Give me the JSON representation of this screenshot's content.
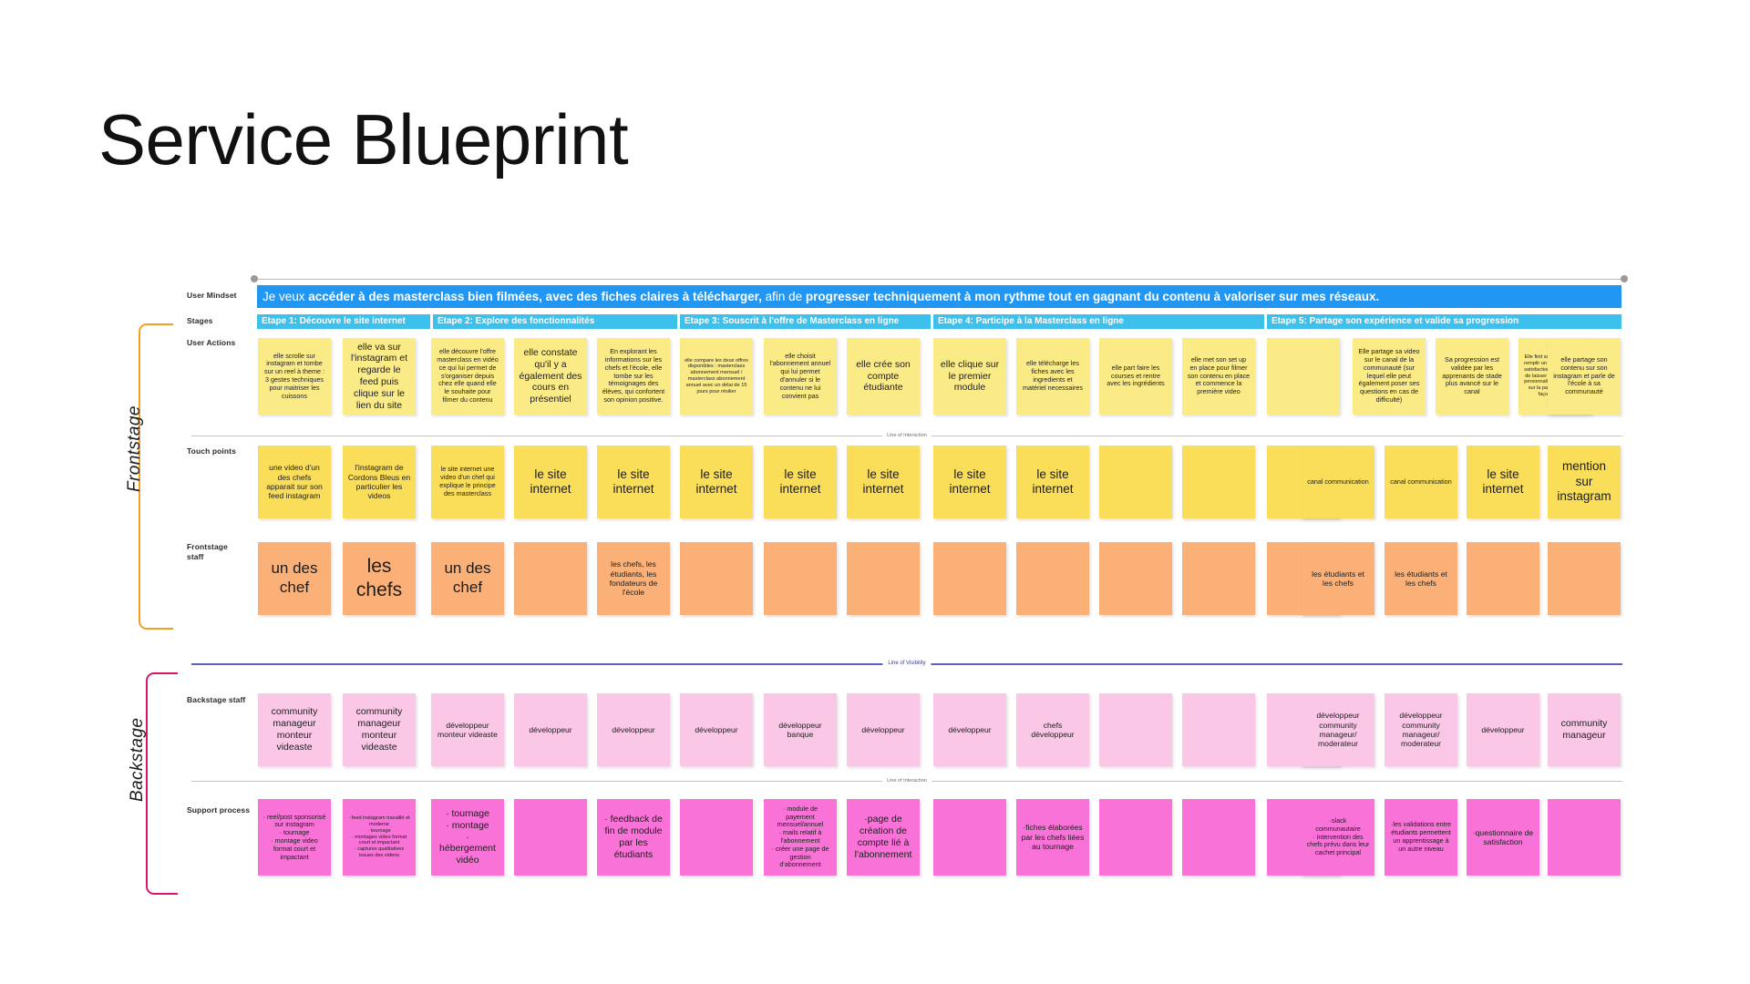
{
  "page": {
    "title": "Service Blueprint"
  },
  "groups": [
    {
      "label": "Frontstage",
      "color": "#f2a01e"
    },
    {
      "label": "Backstage",
      "color": "#d6176b"
    }
  ],
  "row_labels": {
    "user_mindset": "User Mindset",
    "stages": "Stages",
    "user_actions": "User Actions",
    "touch_points": "Touch points",
    "frontstage_staff": "Frontstage\nstaff",
    "backstage_staff": "Backstage staff",
    "support_process": "Support process"
  },
  "user_mindset": {
    "prefix": "Je veux ",
    "bold1": "accéder à des masterclass bien filmées, avec des fiches claires à télécharger,",
    "mid": " afin de ",
    "bold2": "progresser techniquement à mon rythme tout en gagnant du contenu à valoriser sur mes réseaux."
  },
  "stages": [
    "Etape 1: Découvre le site internet",
    "Etape 2: Explore des fonctionnalités",
    "Etape 3: Souscrit à l'offre de Masterclass en ligne",
    "Etape 4: Participe à la Masterclass en ligne",
    "Etape 5: Partage son expérience et valide sa progression"
  ],
  "separators": {
    "interaction_top": "Line of Interaction",
    "visibility": "Line of Visibility",
    "interaction_bottom": "Line of Interaction"
  },
  "colors": {
    "mindset_banner": "#2196f3",
    "stage_banner": "#3ec0ec",
    "user_action_note": "#fbeb87",
    "touchpoint_note": "#fade5a",
    "frontstage_staff_note": "#fab077",
    "backstage_staff_note": "#fbc7e7",
    "support_process_note": "#f972d8",
    "frontstage_bracket": "#f2a01e",
    "backstage_bracket": "#d6176b",
    "visibility_line": "#5b5ec2"
  },
  "user_actions": [
    "elle scrolle sur instagram et tombe sur un reel à theme : 3 gestes techniques pour maitriser les cuissons",
    "elle va sur l'instagram et regarde le feed puis clique sur le lien du site",
    "elle découvre l'offre masterclass en vidéo ce qui lui permet de s'organiser depuis chez elle quand elle le souhaite pour filmer du contenu",
    "elle constate qu'il y a également des cours en présentiel",
    "En explorant les informations sur les chefs et l'école, elle tombe sur les témoignages des élèves, qui confortent son opinion positive.",
    "elle compare les deux offres disponibles : masterclass abonnement mensuel / masterclass abonnement annuel avec un délai de 15 jours pour résilier",
    "elle choisit l'abonnement annuel qui lui permet d'annuler si le contenu ne lui convient pas",
    "elle crée son compte étudiante",
    "elle clique sur le premier module",
    "elle télécharge les fiches avec les ingredients et matériel necessaires",
    "elle part faire les courses et rentre avec les ingrédients",
    "elle met son set up en place pour filmer son contenu en place et commence la première video",
    "",
    "Elle partage sa video sur le canal de la communauté (sur lequel elle peut également poser ses questions en cas de difficulté)",
    "Sa progression est validée par les apprenants de stade plus avancé sur le canal",
    "Elle finit son module et doit remplir un questionnaire de satisfaction avec possibilité de laisser un commentaire personnalisé qui s'affichera sur la page d'accueil de façon aléatoire",
    "elle partage son contenu sur son instagram et parle de l'école à sa communauté"
  ],
  "touch_points": [
    "une video d'un des chefs apparait sur son feed instagram",
    "l'instagram de Cordons Bleus en particulier les videos",
    "le site internet une video d'un chef qui explique le principe des masterclass",
    "le site internet",
    "le site internet",
    "le site internet",
    "le site internet",
    "le site internet",
    "le site internet",
    "le site internet",
    "",
    "",
    "",
    "canal communication",
    "canal communication",
    "le site internet",
    "mention sur instagram"
  ],
  "frontstage_staff": [
    "un des chef",
    "les chefs",
    "un des chef",
    "",
    "les chefs, les étudiants, les fondateurs de l'école",
    "",
    "",
    "",
    "",
    "",
    "",
    "",
    "",
    "les étudiants et les chefs",
    "les étudiants et les chefs",
    "",
    ""
  ],
  "backstage_staff": [
    "community manageur monteur videaste",
    "community manageur monteur videaste",
    "développeur monteur videaste",
    "développeur",
    "développeur",
    "développeur",
    "développeur banque",
    "développeur",
    "développeur",
    "chefs développeur",
    "",
    "",
    "",
    "développeur community manageur/ moderateur",
    "développeur community manageur/ moderateur",
    "développeur",
    "community manageur"
  ],
  "support_process": [
    "· reel/post sponsorisé sur instagram\n· tournage\n· montage video format court et impactant",
    "· feed instagram travaillé et moderne\n· tournage\n· montages video format court et impactant\n· captures qualitatives issues des videos",
    "· tournage\n· montage\n·\nhébergement vidéo",
    "",
    "· feedback de fin de module par les étudiants",
    "",
    "· module de payement mensuel/annuel\n· mails relatif à l'abonnement\n· créer une page de gestion d'abonnement",
    "·page de création de compte lié à l'abonnement",
    "",
    "·fiches élaborées par les chefs liées au tournage",
    "",
    "",
    "",
    "·slack communautaire\n· intervention des chefs prévu dans leur cachet principal",
    "·les validations entre étudiants permettent un apprentissage à un autre niveau",
    "·questionnaire de satisfaction",
    ""
  ]
}
